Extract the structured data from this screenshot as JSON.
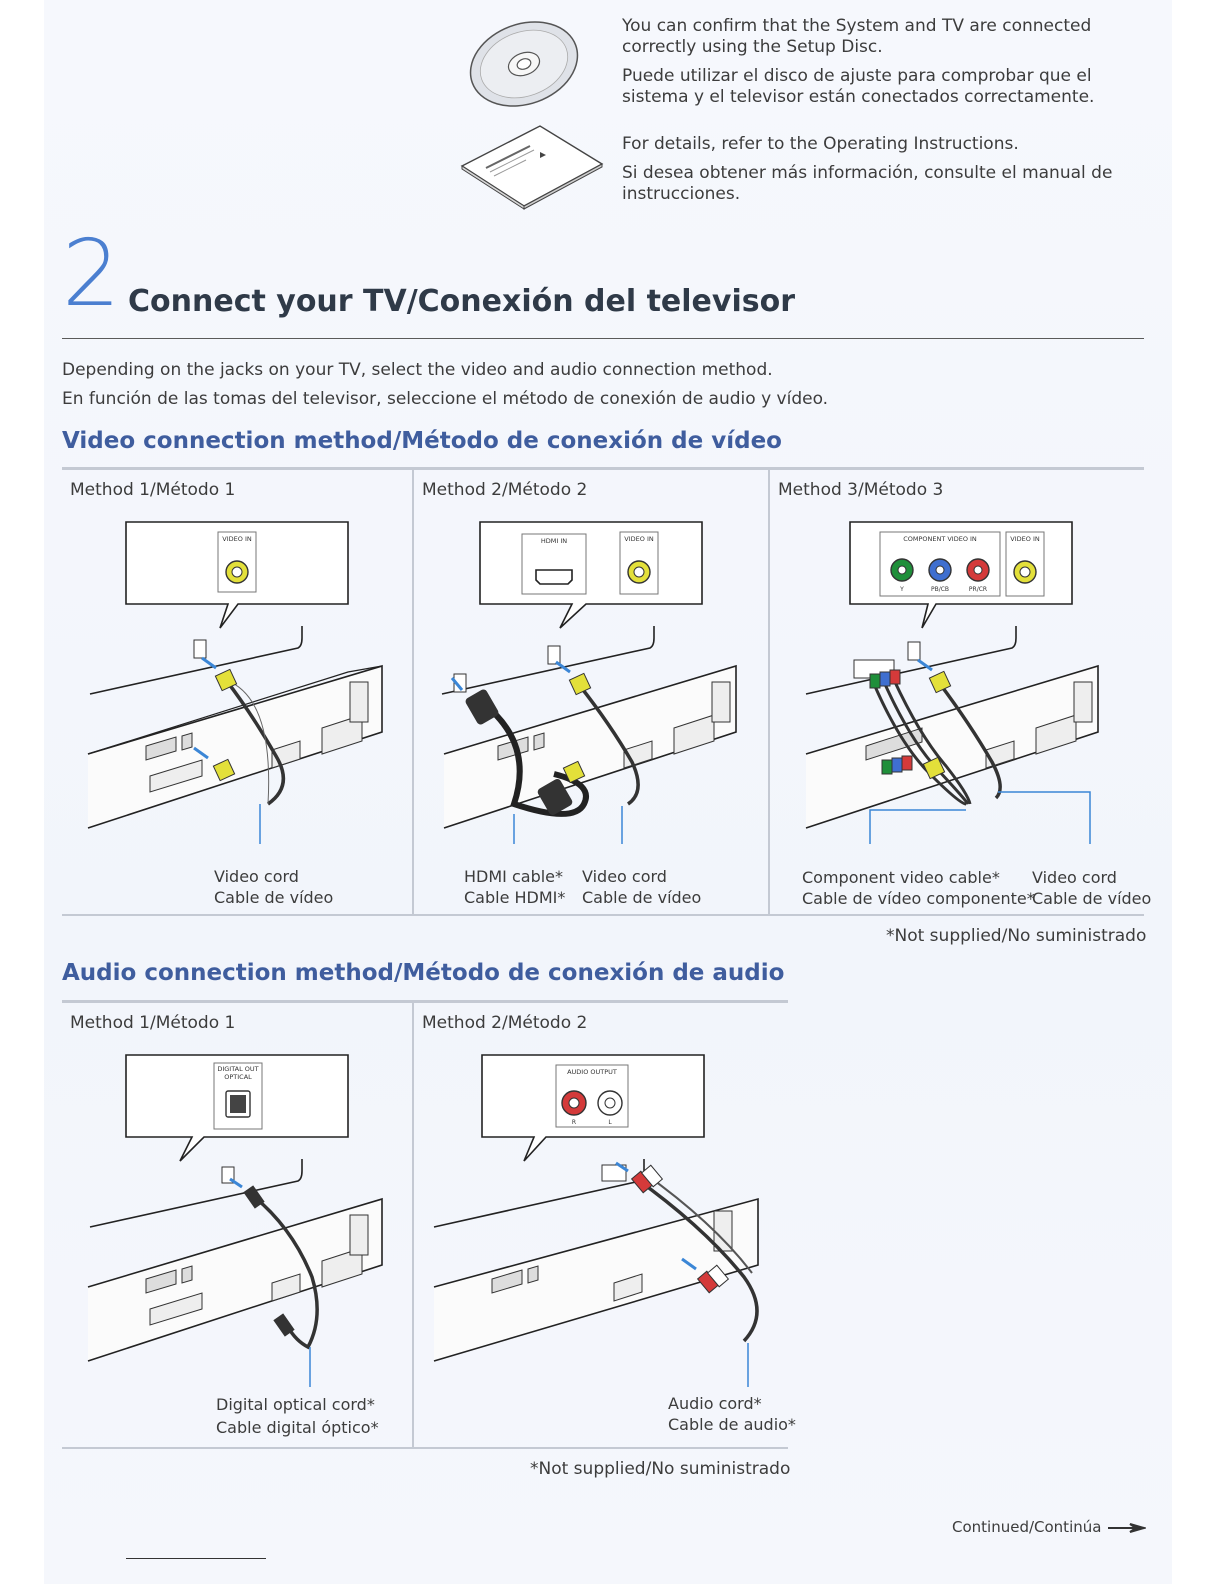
{
  "intro": {
    "confirm_en": "You can confirm that the System and TV are connected correctly using the Setup Disc.",
    "confirm_es": "Puede utilizar el disco de ajuste para comprobar que el sistema y el televisor están conectados correctamente.",
    "details_en": "For details, refer to the Operating Instructions.",
    "details_es": "Si desea obtener más información, consulte el manual de instrucciones."
  },
  "step": {
    "number": "2",
    "title": "Connect your TV/Conexión del televisor",
    "desc_en": "Depending on the jacks on your TV, select the video and audio connection method.",
    "desc_es": "En función de las tomas del televisor, seleccione el método de conexión de audio y vídeo."
  },
  "video": {
    "title": "Video connection method/Método de conexión de vídeo",
    "methods": [
      {
        "label": "Method 1/Método 1",
        "jack_labels": [
          "VIDEO IN"
        ],
        "captions": [
          {
            "line1": "Video cord",
            "line2": "Cable de vídeo"
          }
        ]
      },
      {
        "label": "Method 2/Método 2",
        "jack_labels": [
          "HDMI IN",
          "VIDEO IN"
        ],
        "captions": [
          {
            "line1": "HDMI cable*",
            "line2": "Cable HDMI*"
          },
          {
            "line1": "Video cord",
            "line2": "Cable de vídeo"
          }
        ]
      },
      {
        "label": "Method 3/Método 3",
        "jack_labels": [
          "COMPONENT VIDEO IN",
          "VIDEO IN",
          "Y",
          "PB/CB",
          "PR/CR"
        ],
        "captions": [
          {
            "line1": "Component video cable*",
            "line2": "Cable de vídeo componente*"
          },
          {
            "line1": "Video cord",
            "line2": "Cable de vídeo"
          }
        ]
      }
    ],
    "note": "*Not supplied/No suministrado"
  },
  "audio": {
    "title": "Audio connection method/Método de conexión de audio",
    "methods": [
      {
        "label": "Method 1/Método 1",
        "jack_labels": [
          "DIGITAL OUT",
          "OPTICAL"
        ],
        "captions": [
          {
            "line1": "Digital optical cord*",
            "line2": "Cable digital óptico*"
          }
        ]
      },
      {
        "label": "Method 2/Método 2",
        "jack_labels": [
          "AUDIO OUTPUT",
          "R",
          "L"
        ],
        "captions": [
          {
            "line1": "Audio cord*",
            "line2": "Cable de audio*"
          }
        ]
      }
    ],
    "note": "*Not supplied/No suministrado"
  },
  "footer": {
    "continued": "Continued/Continúa"
  },
  "colors": {
    "accent_blue": "#4b7fd0",
    "section_title": "#3f5d9e",
    "jack_yellow": "#e3e03a",
    "jack_green": "#1f8f3a",
    "jack_blue": "#3f6fd0",
    "jack_red": "#d43a3a",
    "arrow_blue": "#3b86d6"
  }
}
